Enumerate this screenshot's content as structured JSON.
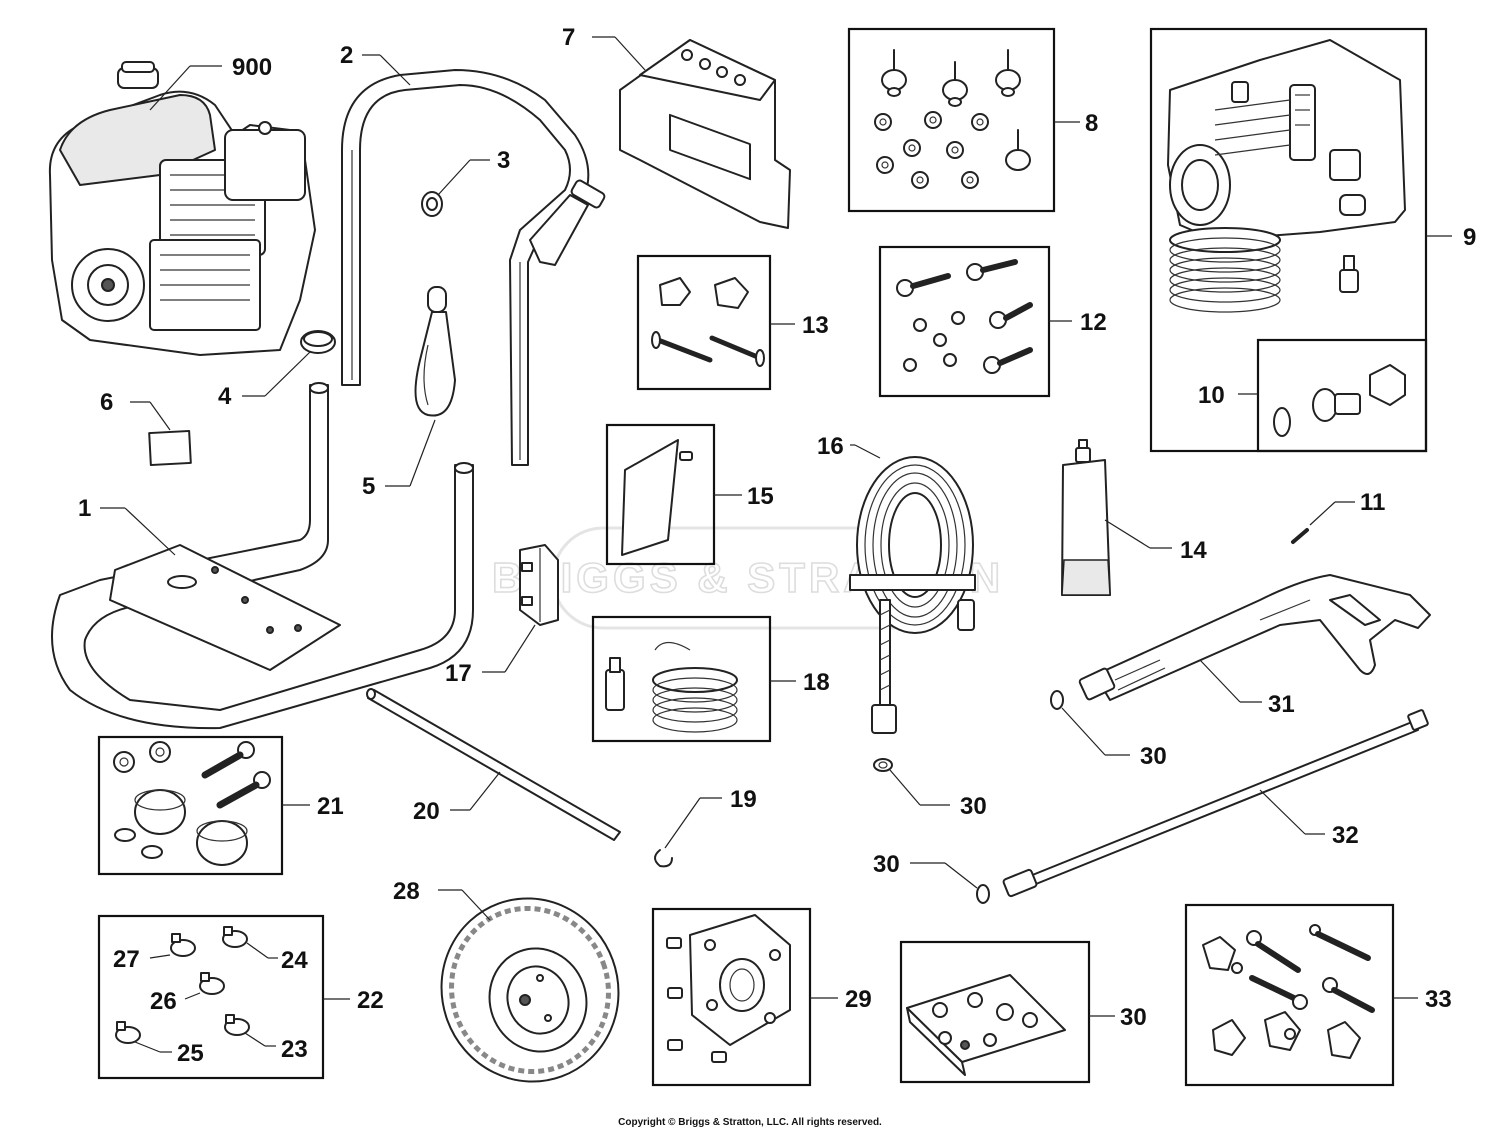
{
  "watermark": "BRIGGS & STRATTON",
  "copyright": "Copyright © Briggs & Stratton, LLC. All rights reserved.",
  "callouts": {
    "c1": "1",
    "c2": "2",
    "c3": "3",
    "c4": "4",
    "c5": "5",
    "c6": "6",
    "c7": "7",
    "c8": "8",
    "c9": "9",
    "c10": "10",
    "c11": "11",
    "c12": "12",
    "c13": "13",
    "c14": "14",
    "c15": "15",
    "c16": "16",
    "c17": "17",
    "c18": "18",
    "c19": "19",
    "c20": "20",
    "c21": "21",
    "c22": "22",
    "c23": "23",
    "c24": "24",
    "c25": "25",
    "c26": "26",
    "c27": "27",
    "c28": "28",
    "c29": "29",
    "c30a": "30",
    "c30b": "30",
    "c30c": "30",
    "c30d": "30",
    "c31": "31",
    "c32": "32",
    "c33": "33",
    "c900": "900"
  }
}
